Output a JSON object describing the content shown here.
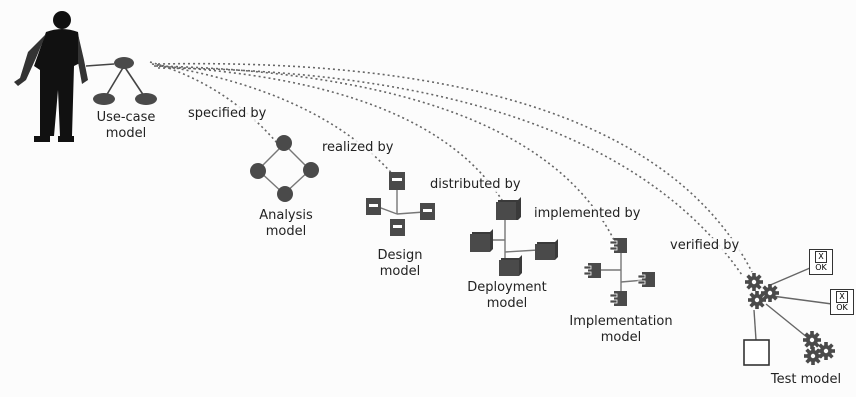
{
  "models": {
    "use_case": {
      "line1": "Use-case",
      "line2": "model"
    },
    "analysis": {
      "line1": "Analysis",
      "line2": "model"
    },
    "design": {
      "line1": "Design",
      "line2": "model"
    },
    "deployment": {
      "line1": "Deployment",
      "line2": "model"
    },
    "implementation": {
      "line1": "Implementation",
      "line2": "model"
    },
    "test": {
      "line1": "Test model"
    }
  },
  "relations": {
    "specified_by": "specified by",
    "realized_by": "realized by",
    "distributed_by": "distributed by",
    "implemented_by": "implemented by",
    "verified_by": "verified by"
  },
  "test_cases": {
    "box_top": "X",
    "box_bottom": "OK"
  },
  "colors": {
    "node": "#4a4a4a",
    "line": "#555555",
    "figure": "#111111"
  }
}
